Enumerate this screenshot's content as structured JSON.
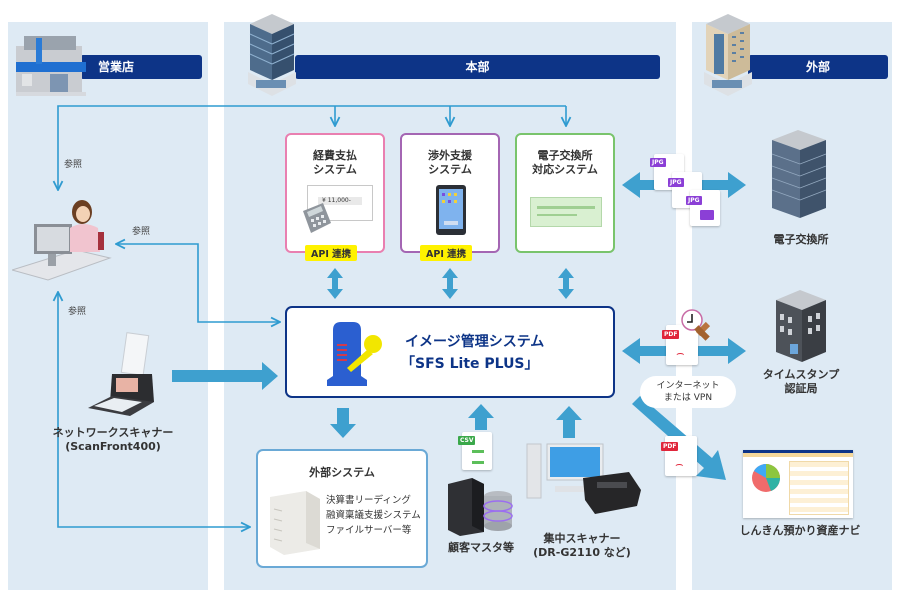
{
  "zones": {
    "branch": {
      "label": "営業店"
    },
    "hq": {
      "label": "本部"
    },
    "external": {
      "label": "外部"
    }
  },
  "colors": {
    "zone_bg": "#deeaf4",
    "band": "#0d3487",
    "arrow": "#3ea0cf",
    "line": "#2f9bd0",
    "api_badge": "#fff200",
    "expense_border": "#e97fb0",
    "overseas_border": "#a466b3",
    "exchange_border": "#79c46c"
  },
  "branch": {
    "ref_top": "参照",
    "ref_right": "参照",
    "ref_bottom": "参照",
    "scanner_label_1": "ネットワークスキャナー",
    "scanner_label_2": "(ScanFront400)"
  },
  "hq": {
    "systems": [
      {
        "title_1": "経費支払",
        "title_2": "システム",
        "badge": "API 連携"
      },
      {
        "title_1": "渉外支援",
        "title_2": "システム",
        "badge": "API 連携"
      },
      {
        "title_1": "電子交換所",
        "title_2": "対応システム",
        "badge": ""
      }
    ],
    "receipt_amount": "¥ 11,000-",
    "main_system": {
      "line_1": "イメージ管理システム",
      "line_2": "「SFS Lite PLUS」"
    },
    "external_system": {
      "title": "外部システム",
      "items": [
        "決算書リーディング",
        "融資稟議支援システム",
        "ファイルサーバー等"
      ]
    },
    "customer_master": "顧客マスタ等",
    "csv_tag": "CSV",
    "central_scanner_1": "集中スキャナー",
    "central_scanner_2": "(DR-G2110 など)"
  },
  "external": {
    "exchange": "電子交換所",
    "timestamp_1": "タイムスタンプ",
    "timestamp_2": "認証局",
    "asset_navi": "しんきん預かり資産ナビ",
    "network_1": "インターネット",
    "network_2": "または VPN",
    "jpg_tag": "JPG",
    "pdf_tag": "PDF"
  }
}
